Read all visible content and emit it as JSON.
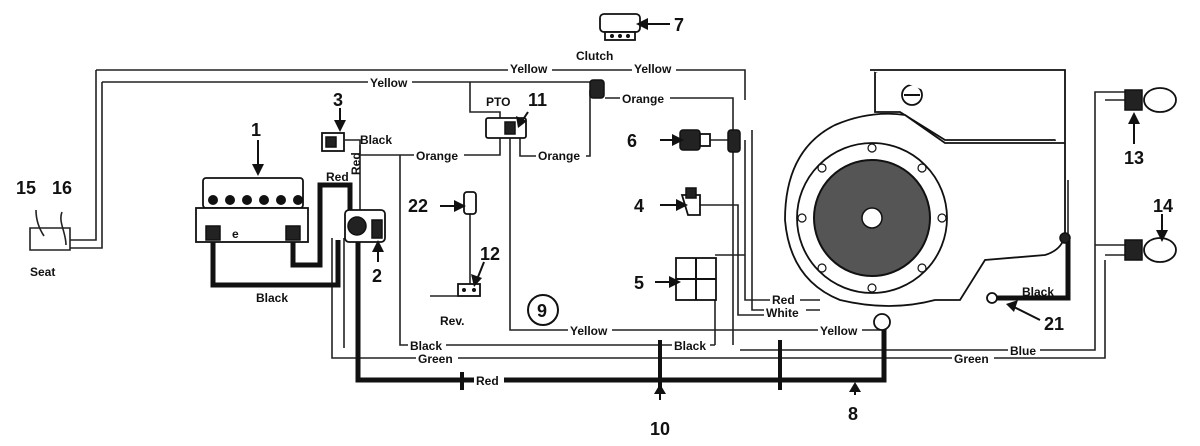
{
  "labels": {
    "yellow_top": "Yellow",
    "clutch": "Clutch",
    "yellow_top_right": "Yellow",
    "yellow_left": "Yellow",
    "pto": "PTO",
    "black_3": "Black",
    "red_vertical": "Red",
    "orange_left": "Orange",
    "orange_mid": "Orange",
    "orange_right": "Orange",
    "red_battery": "Red",
    "seat": "Seat",
    "black_battery": "Black",
    "rev": "Rev.",
    "yellow_mid": "Yellow",
    "black_low_left": "Black",
    "green_low_left": "Green",
    "black_low_mid": "Black",
    "red_bottom": "Red",
    "red_engine": "Red",
    "white_engine": "White",
    "yellow_engine": "Yellow",
    "black_engine": "Black",
    "blue": "Blue",
    "green_right": "Green"
  },
  "callouts": {
    "n1": "1",
    "n2": "2",
    "n3": "3",
    "n4": "4",
    "n5": "5",
    "n6": "6",
    "n7": "7",
    "n8": "8",
    "n9": "9",
    "n10": "10",
    "n11": "11",
    "n12": "12",
    "n13": "13",
    "n14": "14",
    "n15": "15",
    "n16": "16",
    "n21": "21",
    "n22": "22"
  }
}
